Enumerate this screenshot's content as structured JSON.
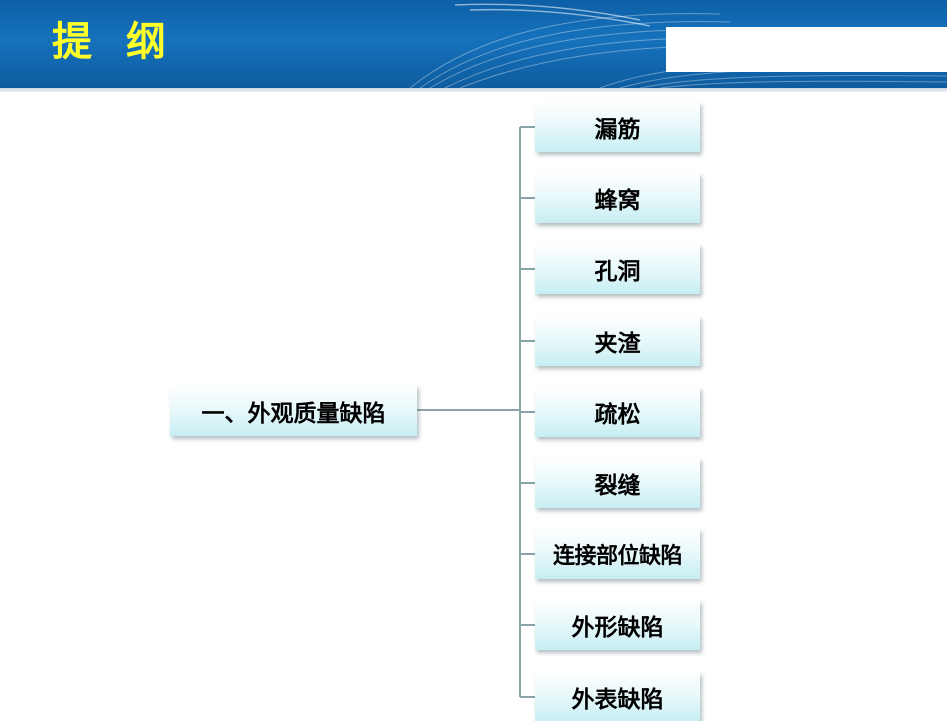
{
  "header": {
    "title": "提 纲"
  },
  "diagram": {
    "root": "一、外观质量缺陷",
    "children": [
      "漏筋",
      "蜂窝",
      "孔洞",
      "夹渣",
      "疏松",
      "裂缝",
      "连接部位缺陷",
      "外形缺陷",
      "外表缺陷"
    ]
  },
  "colors": {
    "banner": "#1672bd",
    "title": "#ffff2a",
    "connector": "#8aa3a6",
    "node_fill": "#c6eef3"
  }
}
